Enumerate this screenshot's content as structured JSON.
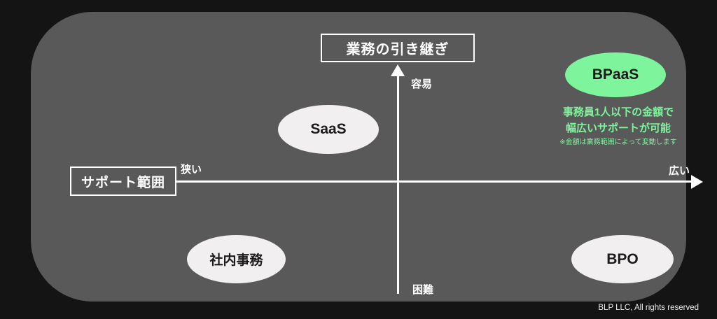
{
  "diagram": {
    "vertical_axis": {
      "title": "業務の引き継ぎ",
      "top_label": "容易",
      "bottom_label": "困難"
    },
    "horizontal_axis": {
      "title": "サポート範囲",
      "left_label": "狭い",
      "right_label": "広い"
    },
    "items": {
      "saas": {
        "label": "SaaS",
        "quadrant": "upper-left"
      },
      "bpaas": {
        "label": "BPaaS",
        "quadrant": "upper-right"
      },
      "internal_office": {
        "label": "社内事務",
        "quadrant": "lower-left"
      },
      "bpo": {
        "label": "BPO",
        "quadrant": "lower-right"
      }
    },
    "annotation": {
      "line1": "事務員1人以下の金額で",
      "line2": "幅広いサポートが可能",
      "note": "※金額は業務範囲によって変動します"
    }
  },
  "footer": {
    "copyright": "BLP LLC, All rights reserved"
  },
  "colors": {
    "background_black": "#141414",
    "panel_gray": "#595959",
    "axis_white": "#ffffff",
    "ellipse_white": "#f1efef",
    "accent_green": "#7ef49c",
    "label_text_dark": "#1b1b1b"
  }
}
